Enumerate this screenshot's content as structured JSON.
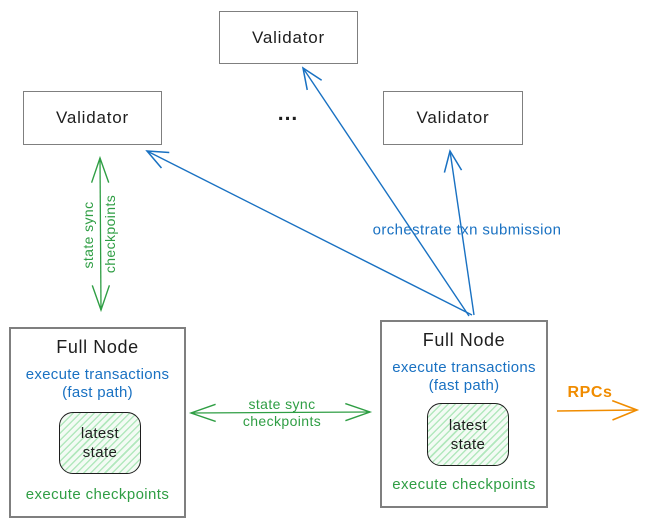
{
  "validators": {
    "top": {
      "label": "Validator"
    },
    "left": {
      "label": "Validator"
    },
    "right": {
      "label": "Validator"
    },
    "ellipsis": "..."
  },
  "full_nodes": {
    "left": {
      "title": "Full Node",
      "fast_path_line1": "execute transactions",
      "fast_path_line2": "(fast path)",
      "state_box": {
        "line1": "latest",
        "line2": "state"
      },
      "bottom_label": "execute checkpoints"
    },
    "right": {
      "title": "Full Node",
      "fast_path_line1": "execute transactions",
      "fast_path_line2": "(fast path)",
      "state_box": {
        "line1": "latest",
        "line2": "state"
      },
      "bottom_label": "execute checkpoints"
    }
  },
  "edge_labels": {
    "left_state_sync": {
      "line1": "state sync",
      "line2": "checkpoints"
    },
    "middle_state_sync": {
      "line1": "state sync",
      "line2": "checkpoints"
    },
    "orchestrate": "orchestrate txn submission",
    "rpcs": "RPCs"
  },
  "colors": {
    "blue": "#1971c2",
    "green": "#2f9e44",
    "orange": "#f08c00",
    "ink": "#1e1e1e",
    "box_border": "#7f7f7f",
    "state_fill": "#b2e8bd"
  }
}
